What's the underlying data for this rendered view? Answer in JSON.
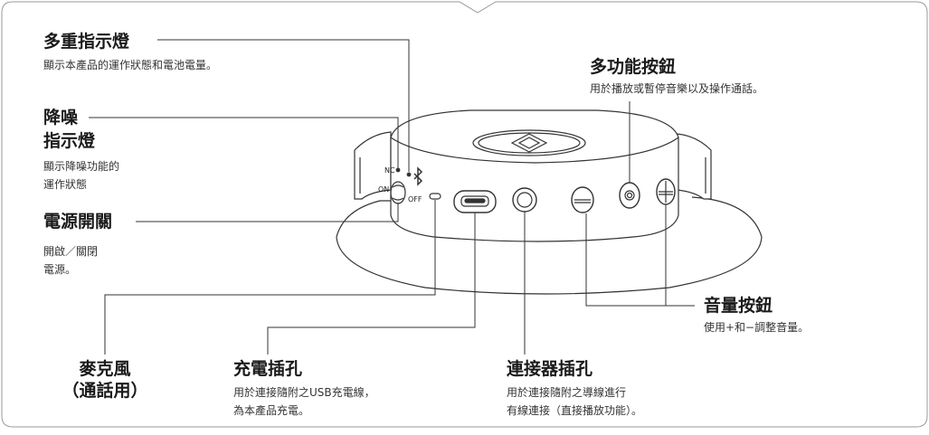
{
  "labels": {
    "multi_indicator": {
      "title": "多重指示燈",
      "desc": "顯示本產品的運作狀態和電池電量。"
    },
    "nc_indicator": {
      "title_line1": "降噪",
      "title_line2": "指示燈",
      "desc_line1": "顯示降噪功能的",
      "desc_line2": "運作狀態"
    },
    "power_switch": {
      "title": "電源開關",
      "desc_line1": "開啟／關閉",
      "desc_line2": "電源。"
    },
    "microphone": {
      "title_line1": "麥克風",
      "title_line2": "（通話用）"
    },
    "charging_port": {
      "title": "充電插孔",
      "desc_line1": "用於連接隨附之USB充電線，",
      "desc_line2": "為本產品充電。"
    },
    "connector_port": {
      "title": "連接器插孔",
      "desc_line1": "用於連接隨附之導線進行",
      "desc_line2": "有線連接（直接播放功能）。"
    },
    "multi_button": {
      "title": "多功能按鈕",
      "desc": "用於播放或暫停音樂以及操作通話。"
    },
    "volume_buttons": {
      "title": "音量按鈕",
      "desc": "使用+和−調整音量。"
    }
  },
  "device_markings": {
    "nc": "NC",
    "on": "ON",
    "off": "OFF"
  }
}
